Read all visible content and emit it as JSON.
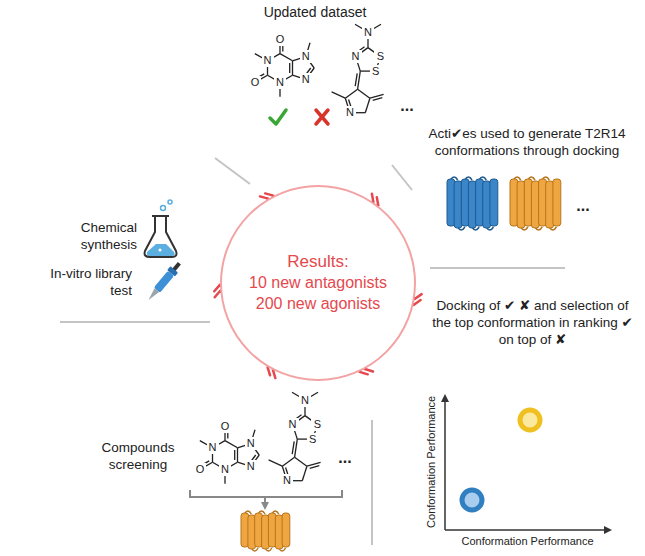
{
  "diagram": {
    "nodes": [
      {
        "text": [
          "Results:",
          "10 new antagonists",
          "200 new agonists"
        ]
      }
    ],
    "labels": [
      "Updated dataset",
      "O",
      "N",
      "O",
      "N",
      "N",
      "N",
      "N",
      "S",
      "S",
      "N",
      "N",
      "...",
      "Acti✔es used to generate T2R14 conformations through docking",
      "...",
      "Docking of ✔ ✘ and selection of the top conformation in ranking ✔ on top of ✘",
      "Conformation Performance",
      "Conformation Performance",
      "Compounds screening",
      "O",
      "N",
      "O",
      "N",
      "N",
      "N",
      "N",
      "S",
      "S",
      "N",
      "N",
      "...",
      "Chemical synthesis",
      "In-vitro library test"
    ]
  }
}
